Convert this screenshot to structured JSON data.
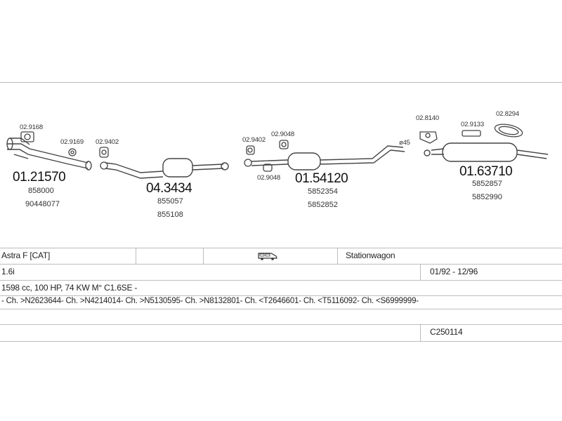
{
  "parts": {
    "p1": {
      "small_gasket": "02.9168",
      "number": "01.21570",
      "oem": [
        "858000",
        "90448077"
      ]
    },
    "p2": {
      "small_gasket": "02.9169"
    },
    "p3": {
      "small_gasket": "02.9402"
    },
    "p4": {
      "number": "04.3434",
      "oem": [
        "855057",
        "855108"
      ]
    },
    "p5": {
      "small_gasket_a": "02.9402",
      "small_gasket_b": "02.9048",
      "small_gasket_c": "02.9048"
    },
    "p6": {
      "number": "01.54120",
      "oem": [
        "5852354",
        "5852852"
      ]
    },
    "p7": {
      "small_gasket": "02.8140",
      "pipe_label": "ø45"
    },
    "p8": {
      "small_gasket_a": "02.9133",
      "small_gasket_b": "02.8294",
      "number": "01.63710",
      "oem": [
        "5852857",
        "5852990"
      ]
    }
  },
  "info": {
    "model": "Astra F  [CAT]",
    "body_type": "Stationwagon",
    "engine": "1.6i",
    "years": "01/92 - 12/96",
    "spec": "1598 cc, 100 HP, 74 KW M° C1.6SE -",
    "chassis": "- Ch. >N2623644- Ch. >N4214014- Ch. >N5130595- Ch. >N8132801- Ch. <T2646601- Ch. <T5116092- Ch. <S6999999-",
    "code": "C250114"
  },
  "icons": {
    "vehicle": "van-icon"
  }
}
